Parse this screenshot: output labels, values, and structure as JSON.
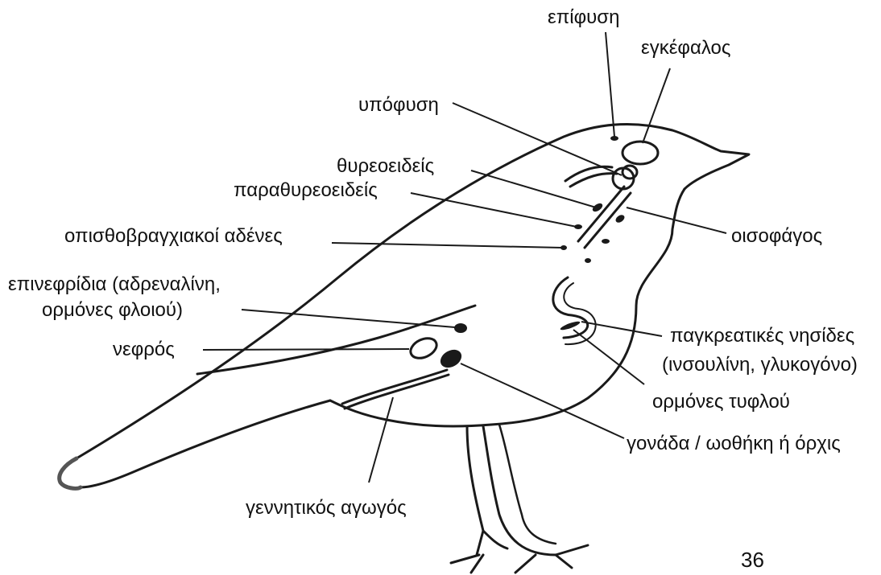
{
  "labels": {
    "epiphysis": "επίφυση",
    "brain": "εγκέφαλος",
    "hypophysis": "υπόφυση",
    "thyroid": "θυρεοειδείς",
    "parathyroid": "παραθυρεοειδείς",
    "ultimobranchial": "οπισθοβραγχιακοί αδένες",
    "esophagus": "οισοφάγος",
    "adrenal_1": "επινεφρίδια (αδρεναλίνη,",
    "adrenal_2": "ορμόνες φλοιού)",
    "kidney": "νεφρός",
    "pancreatic_1": "παγκρεατικές νησίδες",
    "pancreatic_2": "(ινσουλίνη, γλυκογόνο)",
    "cecal": "ορμόνες τυφλού",
    "gonad": "γονάδα / ωοθήκη ή όρχις",
    "genital_duct": "γεννητικός αγωγός"
  },
  "page_number": "36"
}
